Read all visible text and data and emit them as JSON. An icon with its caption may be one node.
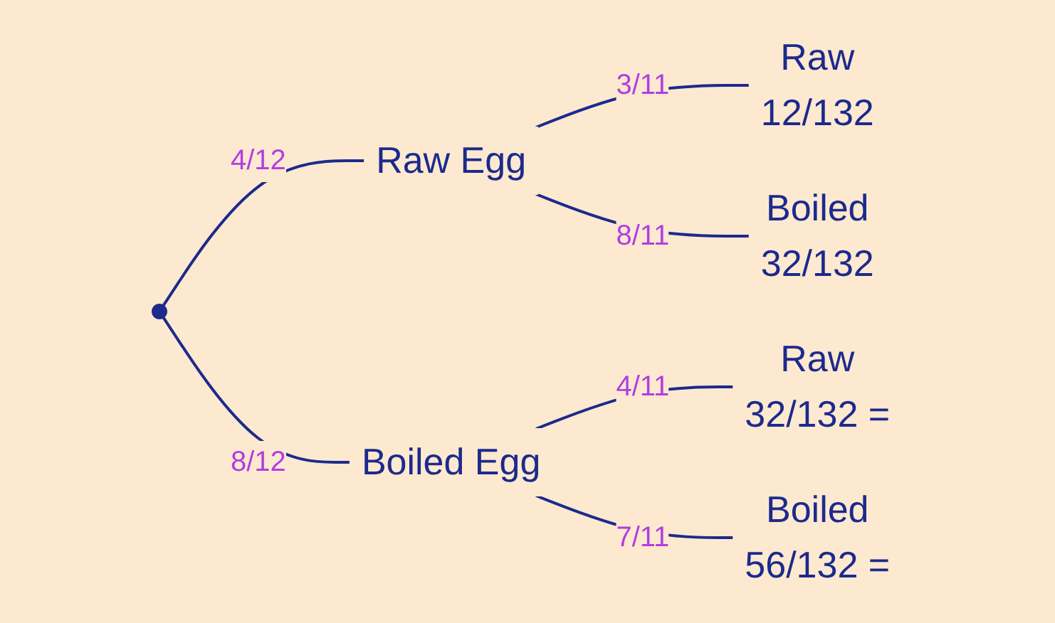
{
  "diagram": {
    "nodes": [
      {
        "text": [],
        "shape": "circle"
      },
      {
        "text": [
          "Raw Egg"
        ]
      },
      {
        "text": [
          "Boiled Egg"
        ]
      },
      {
        "text": [
          "Raw",
          "12/132"
        ]
      },
      {
        "text": [
          "Boiled",
          "32/132"
        ]
      },
      {
        "text": [
          "Raw",
          "32/132 ="
        ]
      },
      {
        "text": [
          "Boiled",
          "56/132 ="
        ]
      }
    ],
    "edges": [
      {
        "from": 0,
        "to": 1,
        "arrow": "none",
        "label": "4/12"
      },
      {
        "from": 0,
        "to": 2,
        "arrow": "none",
        "label": "8/12"
      },
      {
        "from": 1,
        "to": 3,
        "arrow": "none",
        "label": "3/11"
      },
      {
        "from": 1,
        "to": 4,
        "arrow": "none",
        "label": "8/11"
      },
      {
        "from": 2,
        "to": 5,
        "arrow": "none",
        "label": "4/11"
      },
      {
        "from": 2,
        "to": 6,
        "arrow": "none",
        "label": "7/11"
      }
    ]
  }
}
